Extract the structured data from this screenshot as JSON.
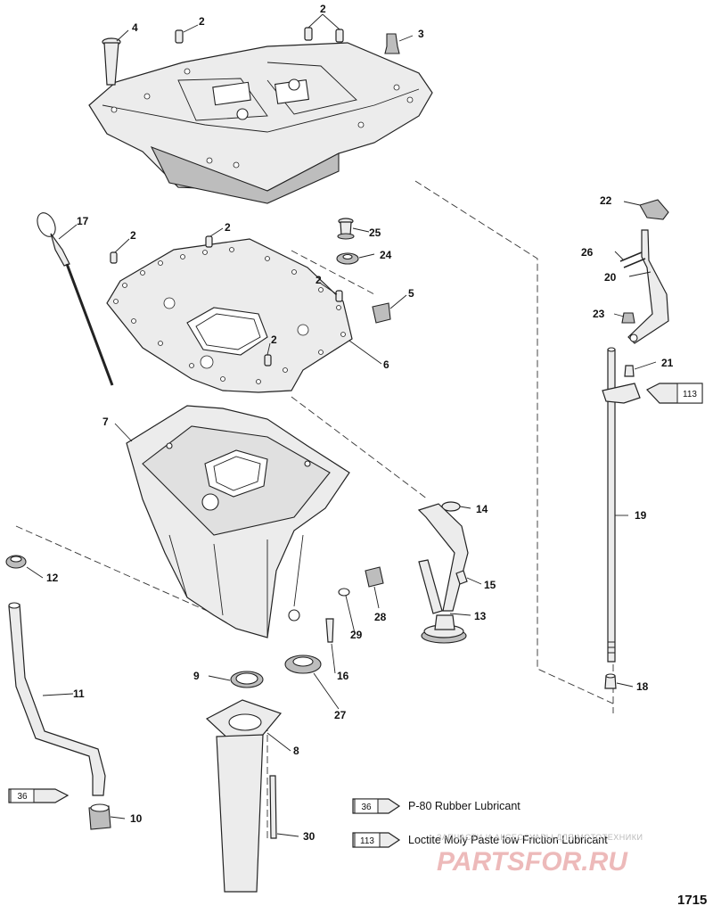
{
  "callouts": {
    "c1": "4",
    "c2": "2",
    "c3": "2",
    "c4": "2",
    "c5": "3",
    "c6": "17",
    "c7": "2",
    "c8": "2",
    "c9": "25",
    "c10": "24",
    "c11": "2",
    "c12": "5",
    "c13": "2",
    "c14": "6",
    "c15": "22",
    "c16": "26",
    "c17": "20",
    "c18": "23",
    "c19": "21",
    "c20": "7",
    "c21": "14",
    "c22": "19",
    "c23": "12",
    "c24": "15",
    "c25": "28",
    "c26": "13",
    "c27": "29",
    "c28": "16",
    "c29": "9",
    "c30": "27",
    "c31": "11",
    "c32": "18",
    "c33": "8",
    "c34": "10",
    "c35": "30"
  },
  "tubes": {
    "tube_113_top": "113",
    "tube_36_bottom": "36",
    "legend_36": "36",
    "legend_113": "113"
  },
  "legend": {
    "item1": "P-80 Rubber Lubricant",
    "item2": "Loctite Moly Paste low Friction Lubricant"
  },
  "watermark": {
    "small": "ЗАПЧАСТИ И АКСЕССУАРЫ ДЛЯ МОТОТЕХНИКИ",
    "big": "PARTSFOR.RU"
  },
  "page_number": "1715"
}
